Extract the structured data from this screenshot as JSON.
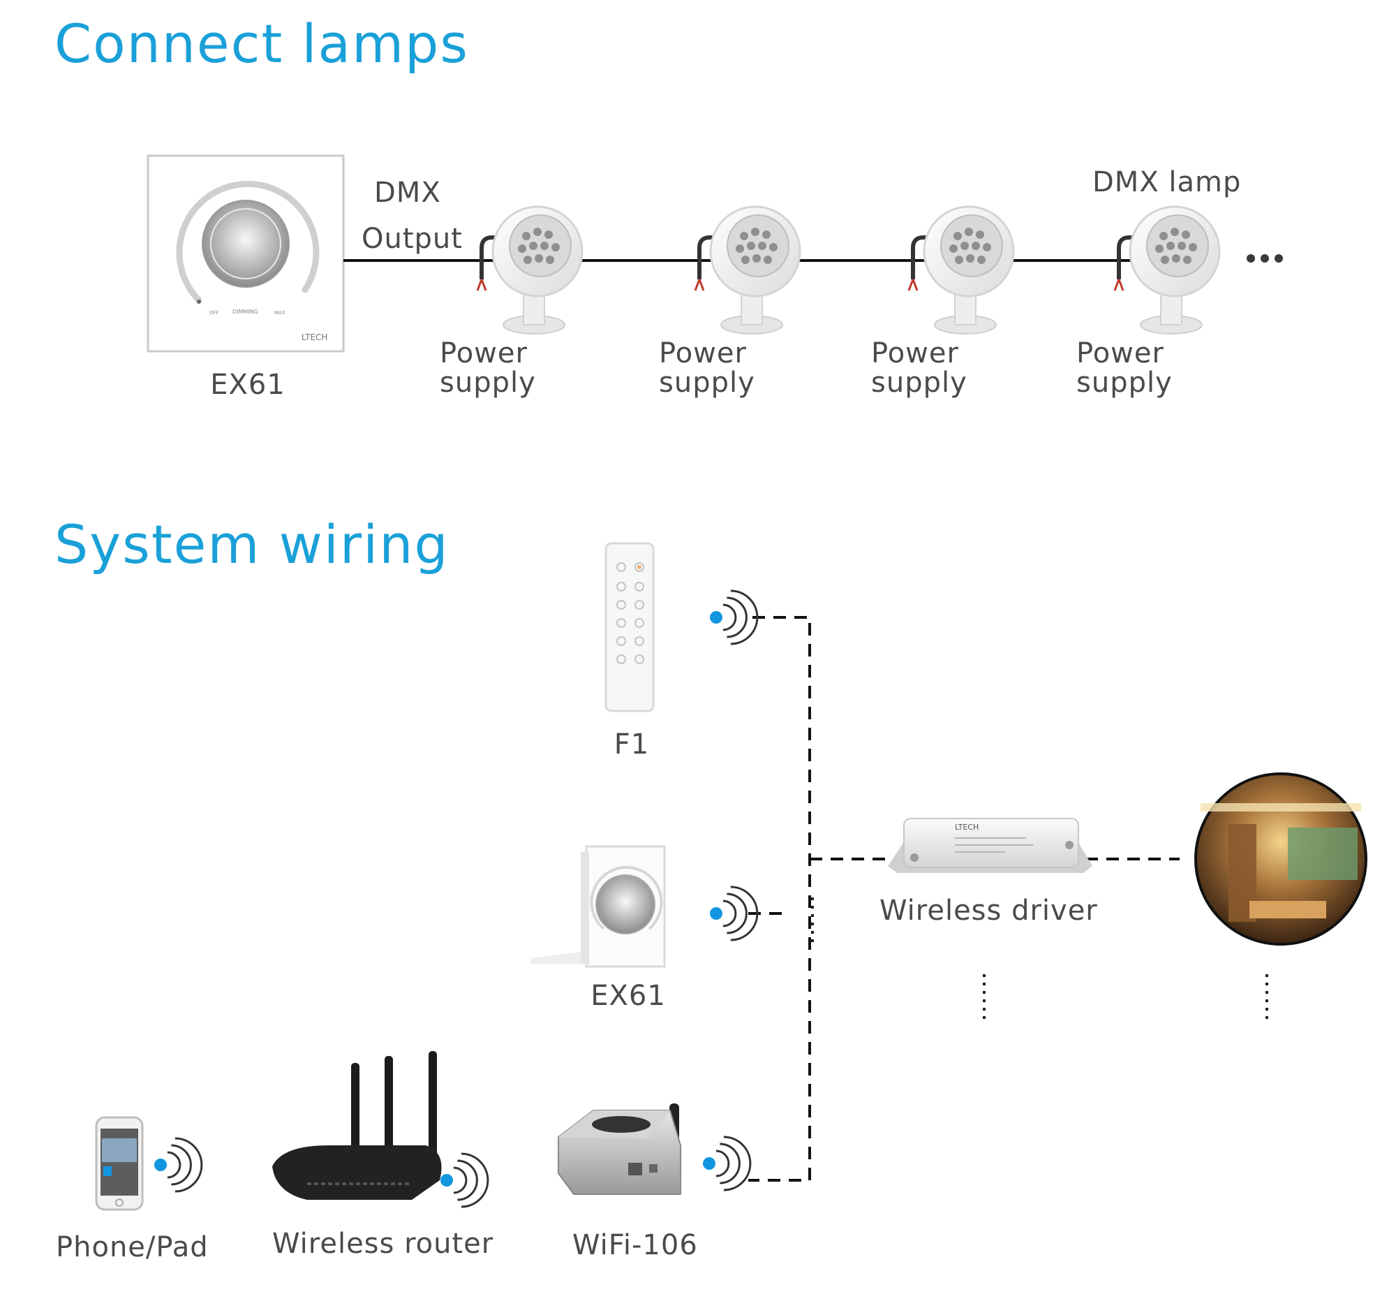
{
  "sections": {
    "connect_title": "Connect lamps",
    "wiring_title": "System wiring"
  },
  "connect": {
    "controller_label": "EX61",
    "controller_face": {
      "off": "OFF",
      "dimming": "DIMMING",
      "max": "MAX",
      "brand": "LTECH"
    },
    "output_label_line1": "DMX",
    "output_label_line2": "Output",
    "lamp_label": "DMX lamp",
    "power_line1": "Power",
    "power_line2": "supply",
    "lamps": [
      {
        "power1": "Power",
        "power2": "supply"
      },
      {
        "power1": "Power",
        "power2": "supply"
      },
      {
        "power1": "Power",
        "power2": "supply"
      },
      {
        "power1": "Power",
        "power2": "supply"
      }
    ]
  },
  "wiring": {
    "remote_label": "F1",
    "panel_label": "EX61",
    "driver_label": "Wireless driver",
    "driver_brand": "LTECH",
    "phone_label": "Phone/Pad",
    "router_label": "Wireless router",
    "wifi_label": "WiFi-106"
  },
  "colors": {
    "accent": "#1aa0d8",
    "text": "#4a4a4a",
    "wire": "#111111",
    "signal_dot": "#1296e0"
  },
  "icons": [
    "wireless-signal-icon",
    "ellipsis-icon"
  ]
}
